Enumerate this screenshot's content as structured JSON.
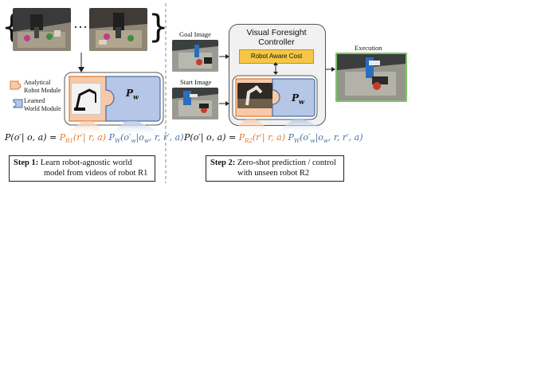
{
  "left": {
    "ellipsis": "···",
    "legend_analytical": "Analytical\nRobot Module",
    "legend_learned": "Learned\nWorld Module",
    "pw_label": "P",
    "pw_sub": "w",
    "equation": {
      "lhs": "P(o′| o, a) = ",
      "analytic": "P",
      "analytic_sub": "R1",
      "analytic_args": "(r′| r, a)",
      "world": " P",
      "world_sub": "W",
      "world_args": "(o′",
      "world_args_sub": "w",
      "world_rest": "|o",
      "world_rest_sub": "w",
      "world_tail": ", r, r′, a)"
    },
    "step_bold": "Step 1:",
    "step_text": " Learn robot-agnostic world",
    "step_text2": "model from videos of robot R1"
  },
  "right": {
    "goal_label": "Goal Image",
    "start_label": "Start Image",
    "controller_title_1": "Visual Foresight",
    "controller_title_2": "Controller",
    "cost_label": "Robot Aware Cost",
    "pw_label": "P",
    "pw_sub": "w",
    "execution_label": "Execution",
    "equation": {
      "lhs": "P(o′| o, a) = ",
      "analytic": "P",
      "analytic_sub": "R2",
      "analytic_args": "(r′| r, a)",
      "world": " P",
      "world_sub": "W",
      "world_args": "(o′",
      "world_args_sub": "w",
      "world_rest": "|o",
      "world_rest_sub": "w",
      "world_tail": ", r, r′, a)"
    },
    "step_bold": "Step 2:",
    "step_text": " Zero-shot prediction / control",
    "step_text2": "with unseen robot R2"
  },
  "colors": {
    "orange_fill": "#f7c9a9",
    "orange_line": "#e07a2e",
    "blue_fill": "#b5c6e6",
    "blue_line": "#4a6fa5",
    "cost_fill": "#f6c646"
  }
}
